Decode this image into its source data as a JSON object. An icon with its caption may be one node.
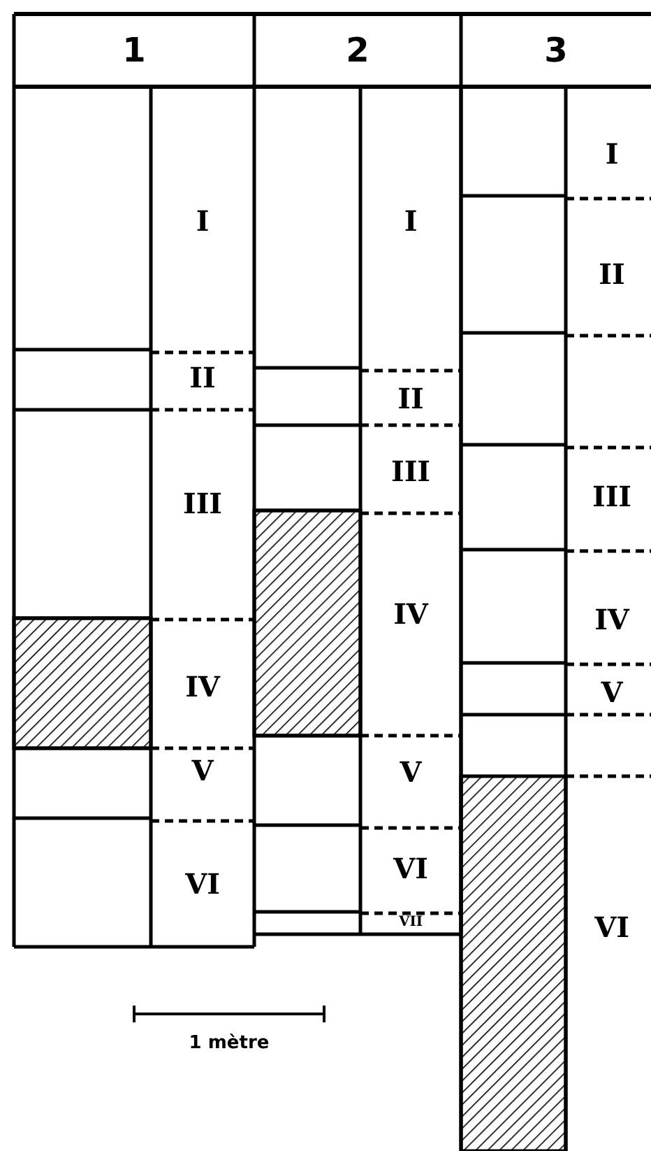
{
  "diagram": {
    "labels": [
      "1",
      "2",
      "3",
      "I",
      "II",
      "III",
      "IV",
      "V",
      "VI",
      "I",
      "II",
      "III",
      "IV",
      "V",
      "VI",
      "VII",
      "I",
      "II",
      "III",
      "IV",
      "V",
      "VI",
      "1 mètre"
    ]
  }
}
